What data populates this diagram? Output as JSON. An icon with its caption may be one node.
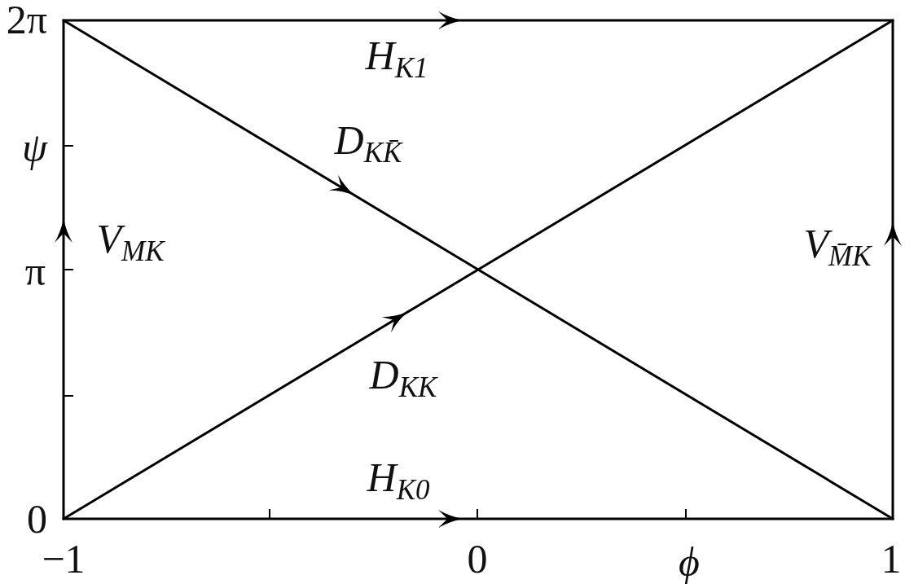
{
  "diagram": {
    "labels": [
      "2π",
      "H$_{K1}$",
      "ψ",
      "D$_{KK̄}$",
      "V$_{MK}$",
      "V$_{M̄K}$",
      "π",
      "D$_{KK}$",
      "H$_{K0}$",
      "0",
      "−1",
      "0",
      "ϕ",
      "1"
    ]
  }
}
